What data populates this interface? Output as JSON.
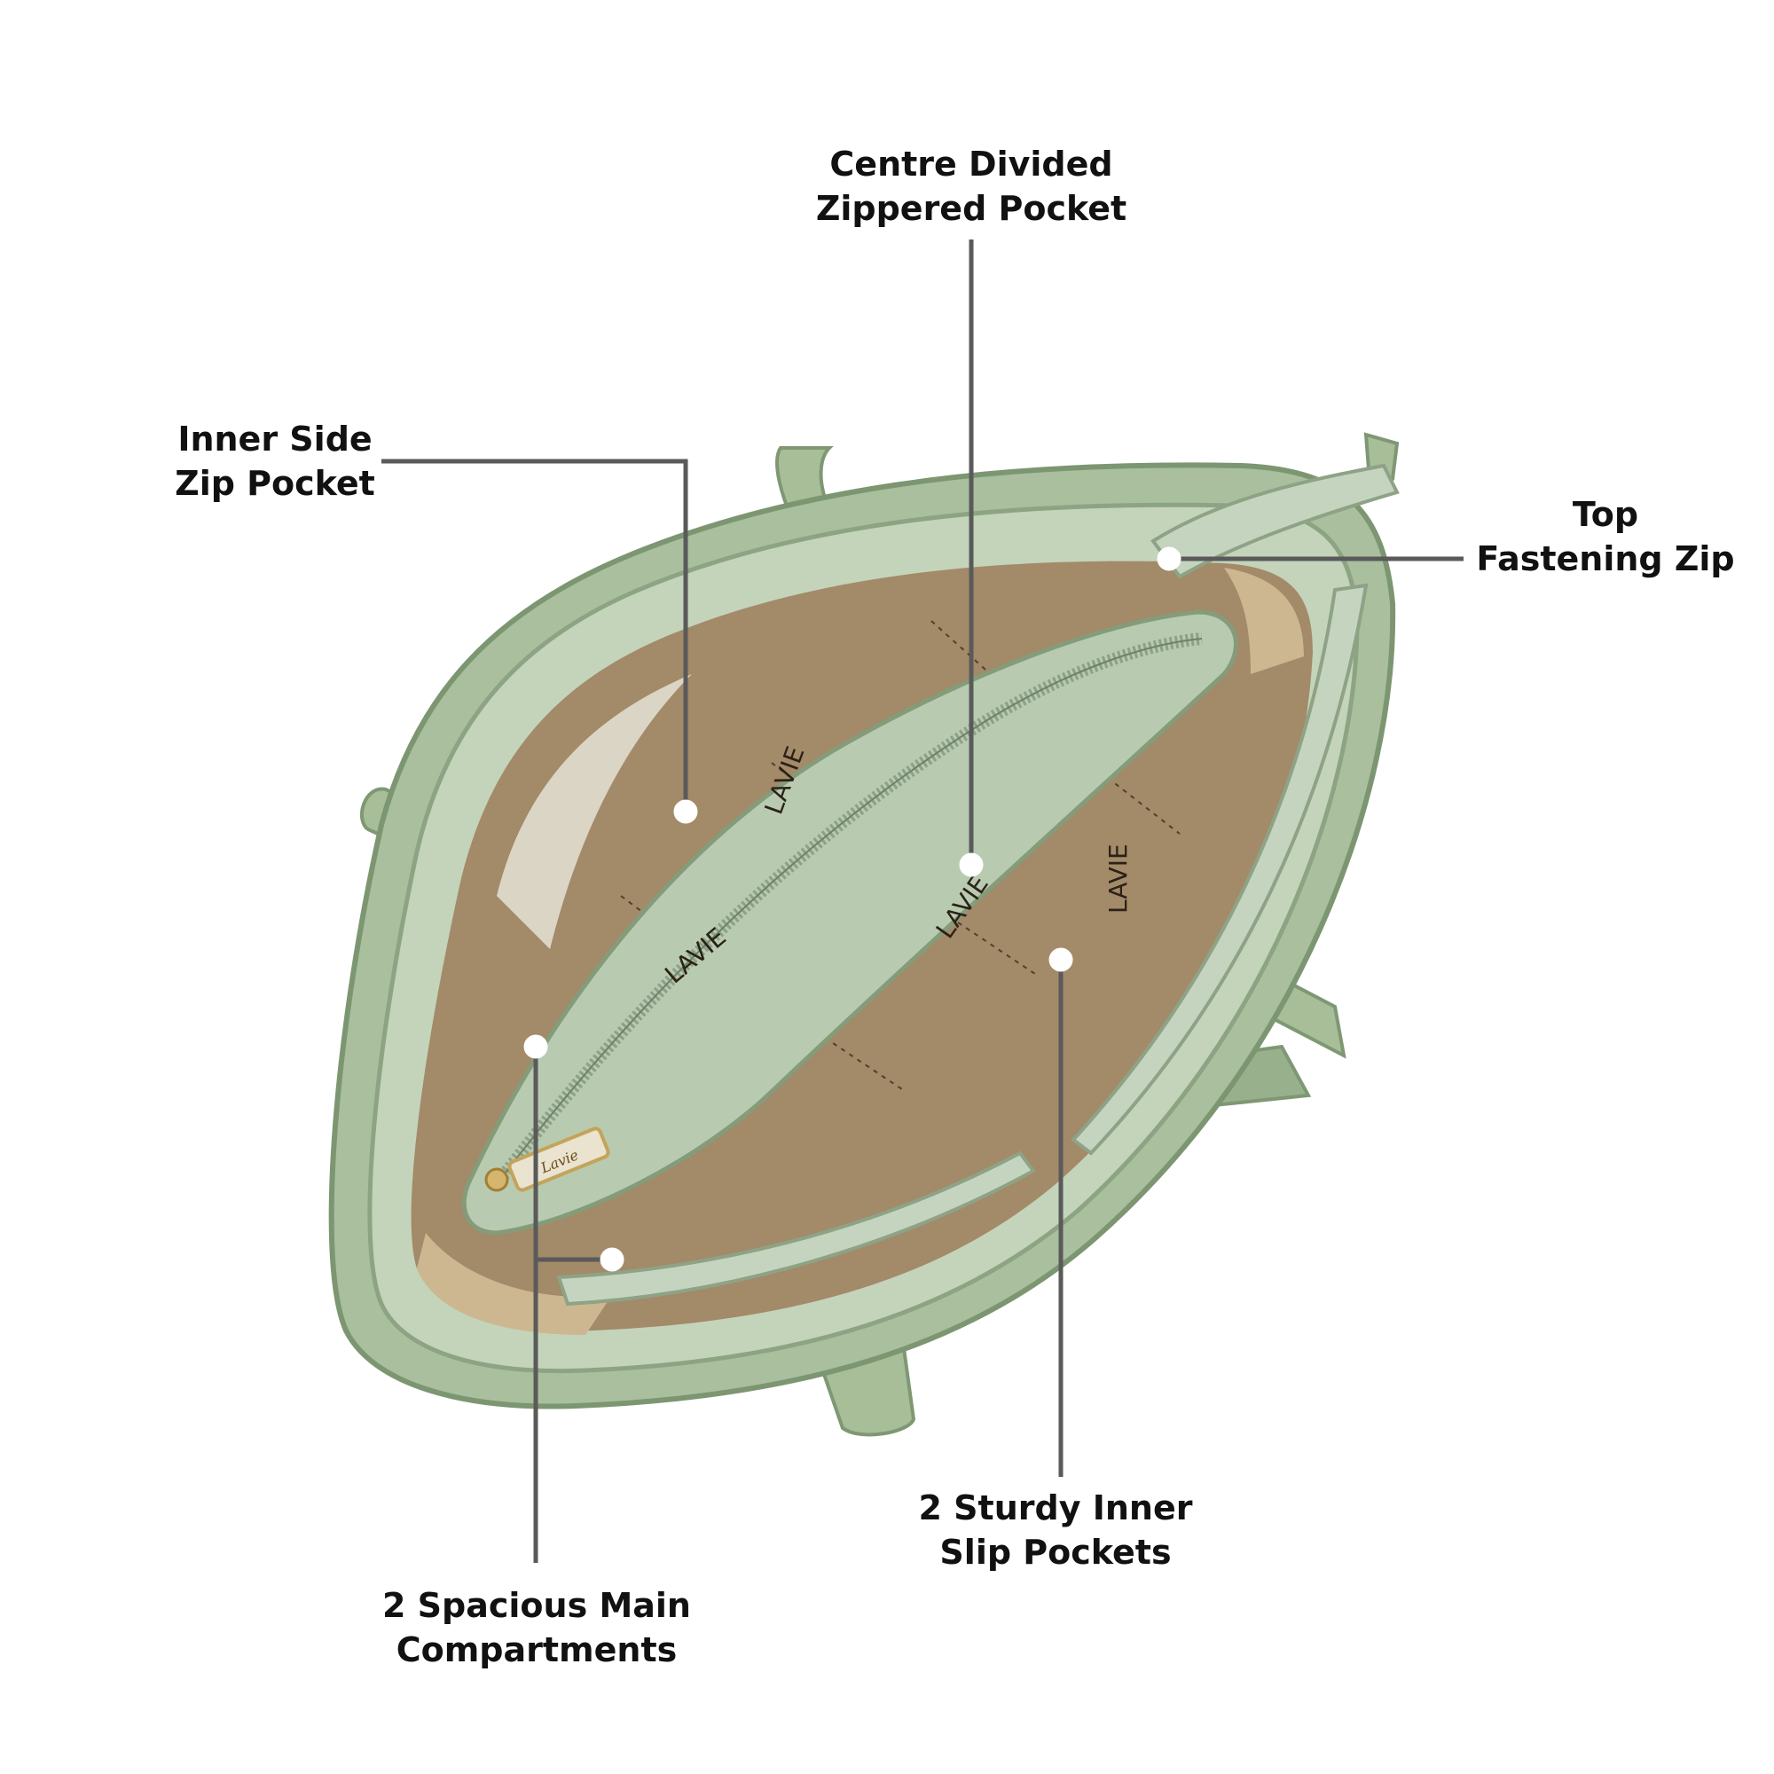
{
  "callouts": {
    "centre_pocket": {
      "line1": "Centre Divided",
      "line2": "Zippered Pocket"
    },
    "inner_side_zip": {
      "line1": "Inner Side",
      "line2": "Zip Pocket"
    },
    "top_zip": {
      "line1": "Top",
      "line2": "Fastening Zip"
    },
    "slip_pockets": {
      "line1": "2 Sturdy Inner",
      "line2": "Slip Pockets"
    },
    "main_compartments": {
      "line1": "2 Spacious Main",
      "line2": "Compartments"
    }
  },
  "lining_brand_text": "LAVIE",
  "zip_pull_text": "Lavie",
  "colors": {
    "bag_green": "#a9bf9d",
    "bag_green_dark": "#86a07b",
    "trim_light": "#c9d8c0",
    "lining": "#a38a68",
    "lining_light": "#cdb791",
    "leader_line": "#5a5a5a",
    "dot": "#ffffff"
  }
}
